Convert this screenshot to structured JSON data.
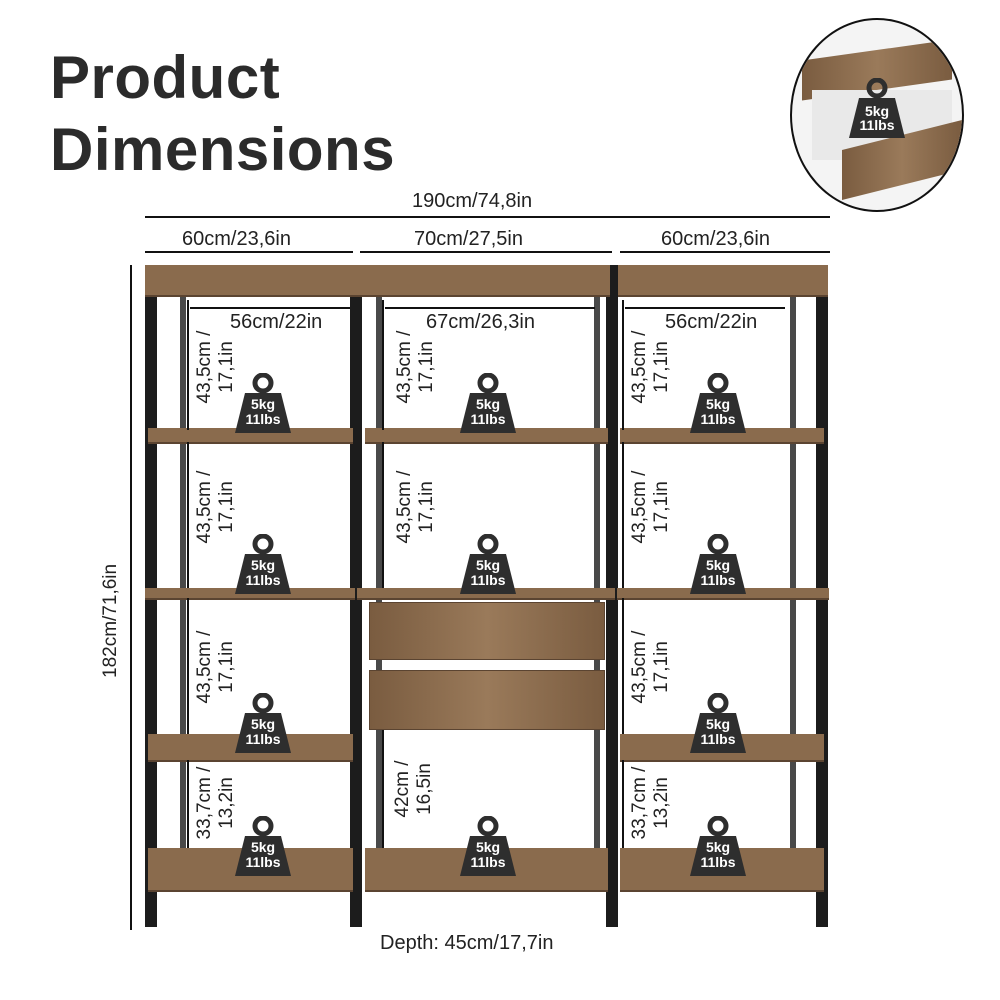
{
  "title": {
    "line1": "Product",
    "line2": "Dimensions"
  },
  "dimensions": {
    "total_width": "190cm/74,8in",
    "left_width": "60cm/23,6in",
    "center_width": "70cm/27,5in",
    "right_width": "60cm/23,6in",
    "left_inner": "56cm/22in",
    "center_inner": "67cm/26,3in",
    "right_inner": "56cm/22in",
    "height": "182cm/71,6in",
    "depth": "Depth: 45cm/17,7in",
    "shelf_gap": "43,5cm / 17,1in",
    "bottom_gap_side": "33,7cm / 13,2in",
    "bottom_gap_center": "42cm / 16,5in"
  },
  "weight": {
    "kg": "5kg",
    "lbs": "11lbs"
  },
  "colors": {
    "wood": "#8a6b4d",
    "frame": "#1c1c1c",
    "badge": "#2e2e2e"
  },
  "icons": {
    "weight": "weight-icon",
    "inset": "drawer-detail"
  }
}
